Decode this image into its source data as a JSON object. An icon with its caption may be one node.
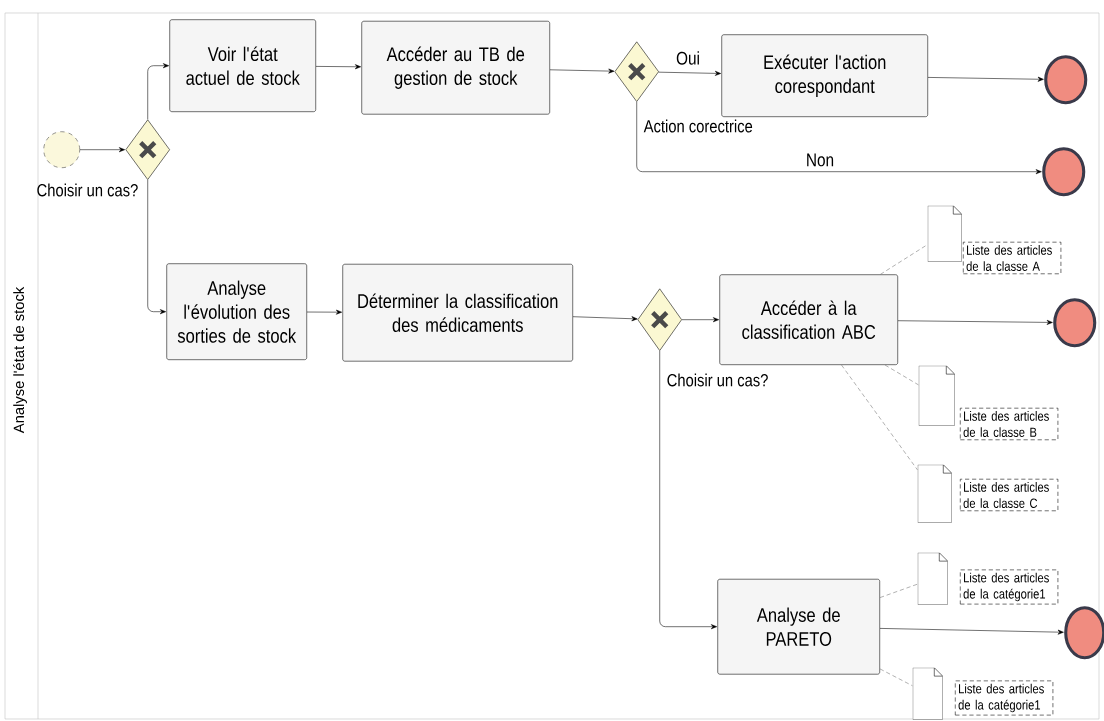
{
  "diagram": {
    "nodes": [
      {
        "text": [
          "Analyse l'état de stock"
        ]
      },
      {
        "text": [],
        "shape": "circle",
        "in": 0
      },
      {
        "text": [],
        "shape": "diamond",
        "beside": [
          "Choisir un cas?"
        ],
        "in": 0
      },
      {
        "text": [
          "Voir l'état actuel de stock"
        ],
        "in": 0
      },
      {
        "text": [
          "Accéder au TB de gestion de stock"
        ],
        "in": 0
      },
      {
        "text": [],
        "shape": "diamond",
        "in": 0
      },
      {
        "text": [
          "Exécuter l'action corespondant"
        ],
        "in": 0
      },
      {
        "text": [],
        "shape": "circle",
        "in": 0
      },
      {
        "text": [],
        "shape": "circle",
        "in": 0
      },
      {
        "text": [
          "Analyse l'évolution des sorties de stock"
        ],
        "in": 0
      },
      {
        "text": [
          "Déterminer la classification des médicaments"
        ],
        "in": 0
      },
      {
        "text": [],
        "shape": "diamond",
        "in": 0
      },
      {
        "text": [
          "Accéder à la classification ABC"
        ],
        "in": 0
      },
      {
        "text": [
          "Liste des articles de la classe A"
        ],
        "in": 0
      },
      {
        "text": [],
        "shape": "circle",
        "in": 0
      },
      {
        "text": [
          "Liste des articles de la classe B"
        ],
        "in": 0
      },
      {
        "text": [
          "Liste des articles de la classe C"
        ],
        "in": 0
      },
      {
        "text": [
          "Analyse de PARETO"
        ],
        "in": 0
      },
      {
        "text": [
          "Liste des articles de la catégorie1"
        ],
        "in": 0
      },
      {
        "text": [],
        "shape": "circle",
        "in": 0
      },
      {
        "text": [
          "Liste des articles de la catégorie1"
        ],
        "in": 0
      }
    ],
    "edges": [
      {
        "from": 1,
        "to": 2,
        "arrow": "to"
      },
      {
        "from": 2,
        "to": 3,
        "arrow": "to"
      },
      {
        "from": 2,
        "to": 9,
        "arrow": "to"
      },
      {
        "from": 3,
        "to": 4,
        "arrow": "to"
      },
      {
        "from": 4,
        "to": 5,
        "arrow": "to"
      },
      {
        "from": 5,
        "to": 6,
        "arrow": "to",
        "label": "Oui"
      },
      {
        "from": 6,
        "to": 7,
        "arrow": "to"
      },
      {
        "from": 5,
        "to": 8,
        "arrow": "to",
        "label": "Non"
      },
      {
        "from": 9,
        "to": 10,
        "arrow": "to"
      },
      {
        "from": 10,
        "to": 11,
        "arrow": "to"
      },
      {
        "from": 11,
        "to": 12,
        "arrow": "to"
      },
      {
        "from": 11,
        "to": 17,
        "arrow": "to"
      },
      {
        "from": 12,
        "to": 14,
        "arrow": "to"
      },
      {
        "from": 12,
        "to": 13,
        "arrow": "none",
        "style": "dashed",
        "color": "#737373"
      },
      {
        "from": 12,
        "to": 15,
        "arrow": "none",
        "style": "dashed",
        "color": "#737373"
      },
      {
        "from": 12,
        "to": 16,
        "arrow": "none",
        "style": "dashed",
        "color": "#737373"
      },
      {
        "from": 17,
        "to": 18,
        "arrow": "none",
        "style": "dashed",
        "color": "#737373"
      },
      {
        "from": 17,
        "to": 20,
        "arrow": "none",
        "style": "dashed",
        "color": "#737373"
      },
      {
        "from": 17,
        "to": 19,
        "arrow": "to"
      }
    ],
    "labels": [
      "Action corectrice",
      "Choisir un cas?"
    ]
  }
}
